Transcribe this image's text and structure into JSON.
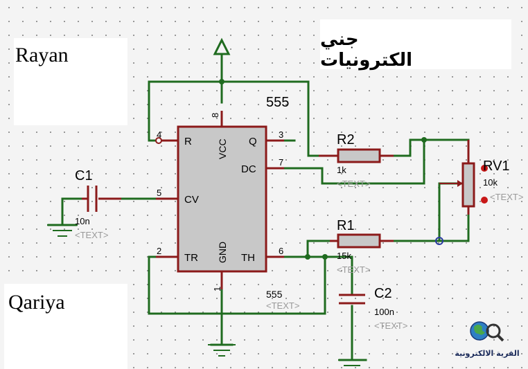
{
  "notes": {
    "left_top": "Rayan",
    "left_bottom": "Qariya",
    "right_top": "جني الكترونيات"
  },
  "ic": {
    "name": "555",
    "pins": {
      "reset": {
        "number": "4",
        "label": "R"
      },
      "vcc": {
        "number": "8",
        "label": "VCC"
      },
      "q": {
        "number": "3",
        "label": "Q"
      },
      "dc": {
        "number": "7",
        "label": "DC"
      },
      "cv": {
        "number": "5",
        "label": "CV"
      },
      "tr": {
        "number": "2",
        "label": "TR"
      },
      "gnd": {
        "number": "1",
        "label": "GND"
      },
      "th": {
        "number": "6",
        "label": "TH"
      }
    },
    "value": "555",
    "text_placeholder": "<TEXT>"
  },
  "components": {
    "r2": {
      "name": "R2",
      "value": "1k",
      "text": "<TEXT>"
    },
    "r1": {
      "name": "R1",
      "value": "15k",
      "text": "<TEXT>"
    },
    "rv1": {
      "name": "RV1",
      "value": "10k",
      "text": "<TEXT>"
    },
    "c1": {
      "name": "C1",
      "value": "10n",
      "text": "<TEXT>"
    },
    "c2": {
      "name": "C2",
      "value": "100n",
      "text": "<TEXT>"
    }
  },
  "logo": {
    "text": "القرية الالكترونية"
  },
  "colors": {
    "wire": "#1f6b1f",
    "component": "#8b1a1a",
    "ic_fill": "#c8c8c8",
    "pin_text": "#000000",
    "placeholder_text": "#9a9a9a"
  }
}
